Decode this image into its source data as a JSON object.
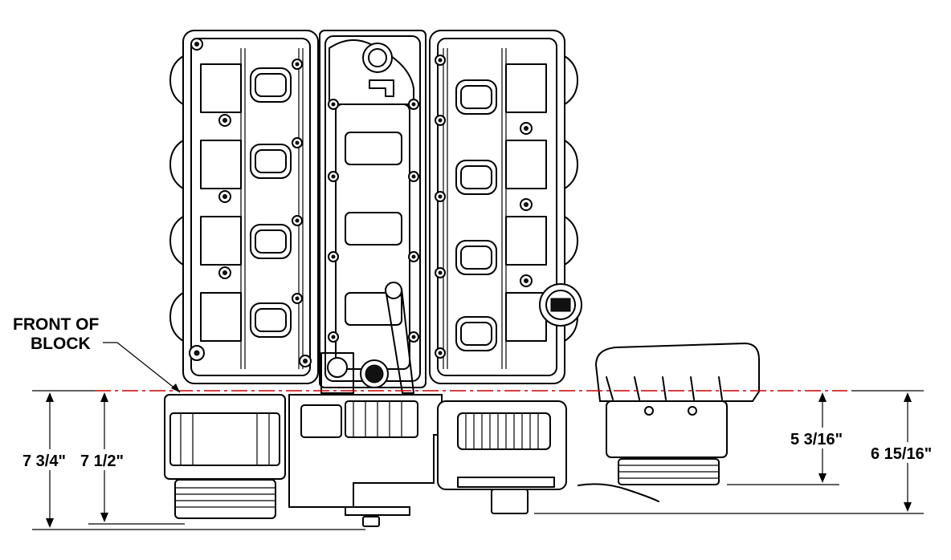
{
  "labels": {
    "front_of_block_line1": "FRONT OF",
    "front_of_block_line2": "BLOCK"
  },
  "dimensions": [
    {
      "id": "dim-7-3-4",
      "text": "7 3/4\""
    },
    {
      "id": "dim-7-1-2",
      "text": "7 1/2\""
    },
    {
      "id": "dim-5-3-16",
      "text": "5 3/16\""
    },
    {
      "id": "dim-6-15-16",
      "text": "6 15/16\""
    }
  ],
  "colors": {
    "reference_line": "#cc0000",
    "ink": "#000000",
    "background": "#ffffff"
  }
}
